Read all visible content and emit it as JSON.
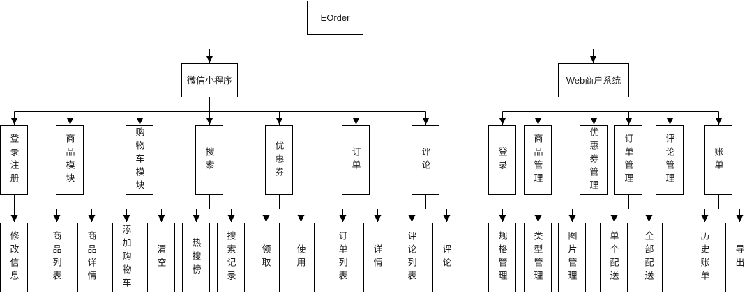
{
  "diagram": {
    "type": "tree-flowchart",
    "colors": {
      "stroke": "#000000",
      "text": "#1a1a1a",
      "background": "#ffffff"
    },
    "structure": {
      "EOrder": {
        "微信小程序": {
          "登录注册": [
            "修改信息"
          ],
          "商品模块": [
            "商品列表",
            "商品详情"
          ],
          "购物车模块": [
            "添加购物车",
            "清空"
          ],
          "搜索": [
            "热搜榜",
            "搜索记录"
          ],
          "优惠券": [
            "领取",
            "使用"
          ],
          "订单": [
            "订单列表",
            "详情"
          ],
          "评论": [
            "评论列表",
            "评论"
          ]
        },
        "Web商户系统": {
          "登录": [],
          "商品管理": [
            "规格管理",
            "类型管理",
            "图片管理"
          ],
          "优惠券管理": [],
          "订单管理": [
            "单个配送",
            "全部配送"
          ],
          "评论管理": [],
          "账单": [
            "历史账单",
            "导出"
          ]
        }
      }
    }
  },
  "nodes": {
    "eorder": {
      "label": "EOrder"
    },
    "wechat": {
      "label": "微信小程序"
    },
    "web": {
      "label": "Web商户系统"
    },
    "login_register": {
      "label": "登录注册"
    },
    "product_module": {
      "label": "商品模块"
    },
    "cart_module": {
      "label": "购物车模块"
    },
    "search": {
      "label": "搜索"
    },
    "coupon": {
      "label": "优惠券"
    },
    "order": {
      "label": "订单"
    },
    "comment": {
      "label": "评论"
    },
    "login": {
      "label": "登录"
    },
    "product_mgmt": {
      "label": "商品管理"
    },
    "coupon_mgmt": {
      "label": "优惠券管理"
    },
    "order_mgmt": {
      "label": "订单管理"
    },
    "comment_mgmt": {
      "label": "评论管理"
    },
    "bill": {
      "label": "账单"
    },
    "modify_info": {
      "label": "修改信息"
    },
    "product_list": {
      "label": "商品列表"
    },
    "product_detail": {
      "label": "商品详情"
    },
    "add_to_cart": {
      "label": "添加购物车"
    },
    "clear_cart": {
      "label": "清空"
    },
    "hot_search": {
      "label": "热搜榜"
    },
    "search_history": {
      "label": "搜索记录"
    },
    "claim": {
      "label": "领取"
    },
    "use": {
      "label": "使用"
    },
    "order_list": {
      "label": "订单列表"
    },
    "order_detail": {
      "label": "详情"
    },
    "comment_list": {
      "label": "评论列表"
    },
    "comment_post": {
      "label": "评论"
    },
    "spec_mgmt": {
      "label": "规格管理"
    },
    "type_mgmt": {
      "label": "类型管理"
    },
    "image_mgmt": {
      "label": "图片管理"
    },
    "single_delivery": {
      "label": "单个配送"
    },
    "all_delivery": {
      "label": "全部配送"
    },
    "history_bill": {
      "label": "历史账单"
    },
    "export": {
      "label": "导出"
    }
  }
}
